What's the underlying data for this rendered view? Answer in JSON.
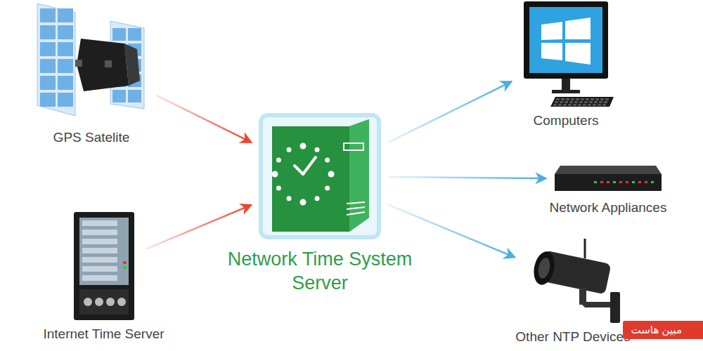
{
  "diagram": {
    "nodes": [
      {
        "text": [
          "GPS Satelite"
        ]
      },
      {
        "text": [
          "Internet Time Server"
        ]
      },
      {
        "text": [
          "Network Time System Server"
        ]
      },
      {
        "text": [
          "Computers"
        ]
      },
      {
        "text": [
          "Network Appliances"
        ]
      },
      {
        "text": [
          "Other NTP Devices"
        ]
      }
    ],
    "edges": [
      {
        "from": 0,
        "to": 2,
        "arrow": "to"
      },
      {
        "from": 1,
        "to": 2,
        "arrow": "to"
      },
      {
        "from": 2,
        "to": 3,
        "arrow": "to"
      },
      {
        "from": 2,
        "to": 4,
        "arrow": "to"
      },
      {
        "from": 2,
        "to": 5,
        "arrow": "to"
      }
    ],
    "labels": [
      "مبین هاست"
    ]
  }
}
